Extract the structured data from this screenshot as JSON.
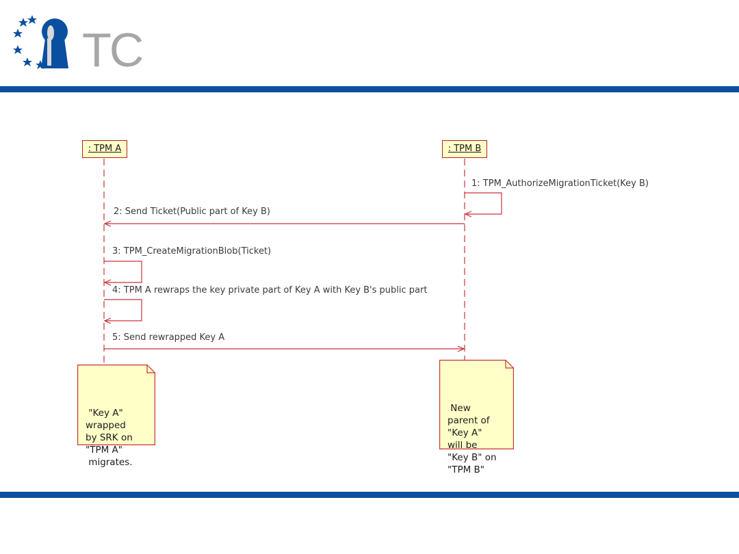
{
  "logo": {
    "text": "TC",
    "icon": "keyhole-with-stars-icon",
    "colors": {
      "blue": "#0b50a0",
      "gray": "#a6a6a6"
    }
  },
  "colors": {
    "band": "#0b50a0",
    "line": "#c8323c",
    "note_fill": "#ffffc8"
  },
  "lifelines": [
    {
      "label": " : TPM A"
    },
    {
      "label": " : TPM B"
    }
  ],
  "messages": [
    {
      "label": "1: TPM_AuthorizeMigrationTicket(Key B)"
    },
    {
      "label": "2: Send Ticket(Public part of Key B)"
    },
    {
      "label": "3: TPM_CreateMigrationBlob(Ticket)"
    },
    {
      "label": "4: TPM A rewraps the key private part of Key A with Key B's public part"
    },
    {
      "label": "5: Send rewrapped Key A"
    }
  ],
  "notes": [
    {
      "text": " \"Key A\"\nwrapped\nby SRK on\n\"TPM A\"\n migrates."
    },
    {
      "text": " New\nparent of\n\"Key A\"\nwill be\n\"Key B\" on\n\"TPM B\""
    }
  ]
}
